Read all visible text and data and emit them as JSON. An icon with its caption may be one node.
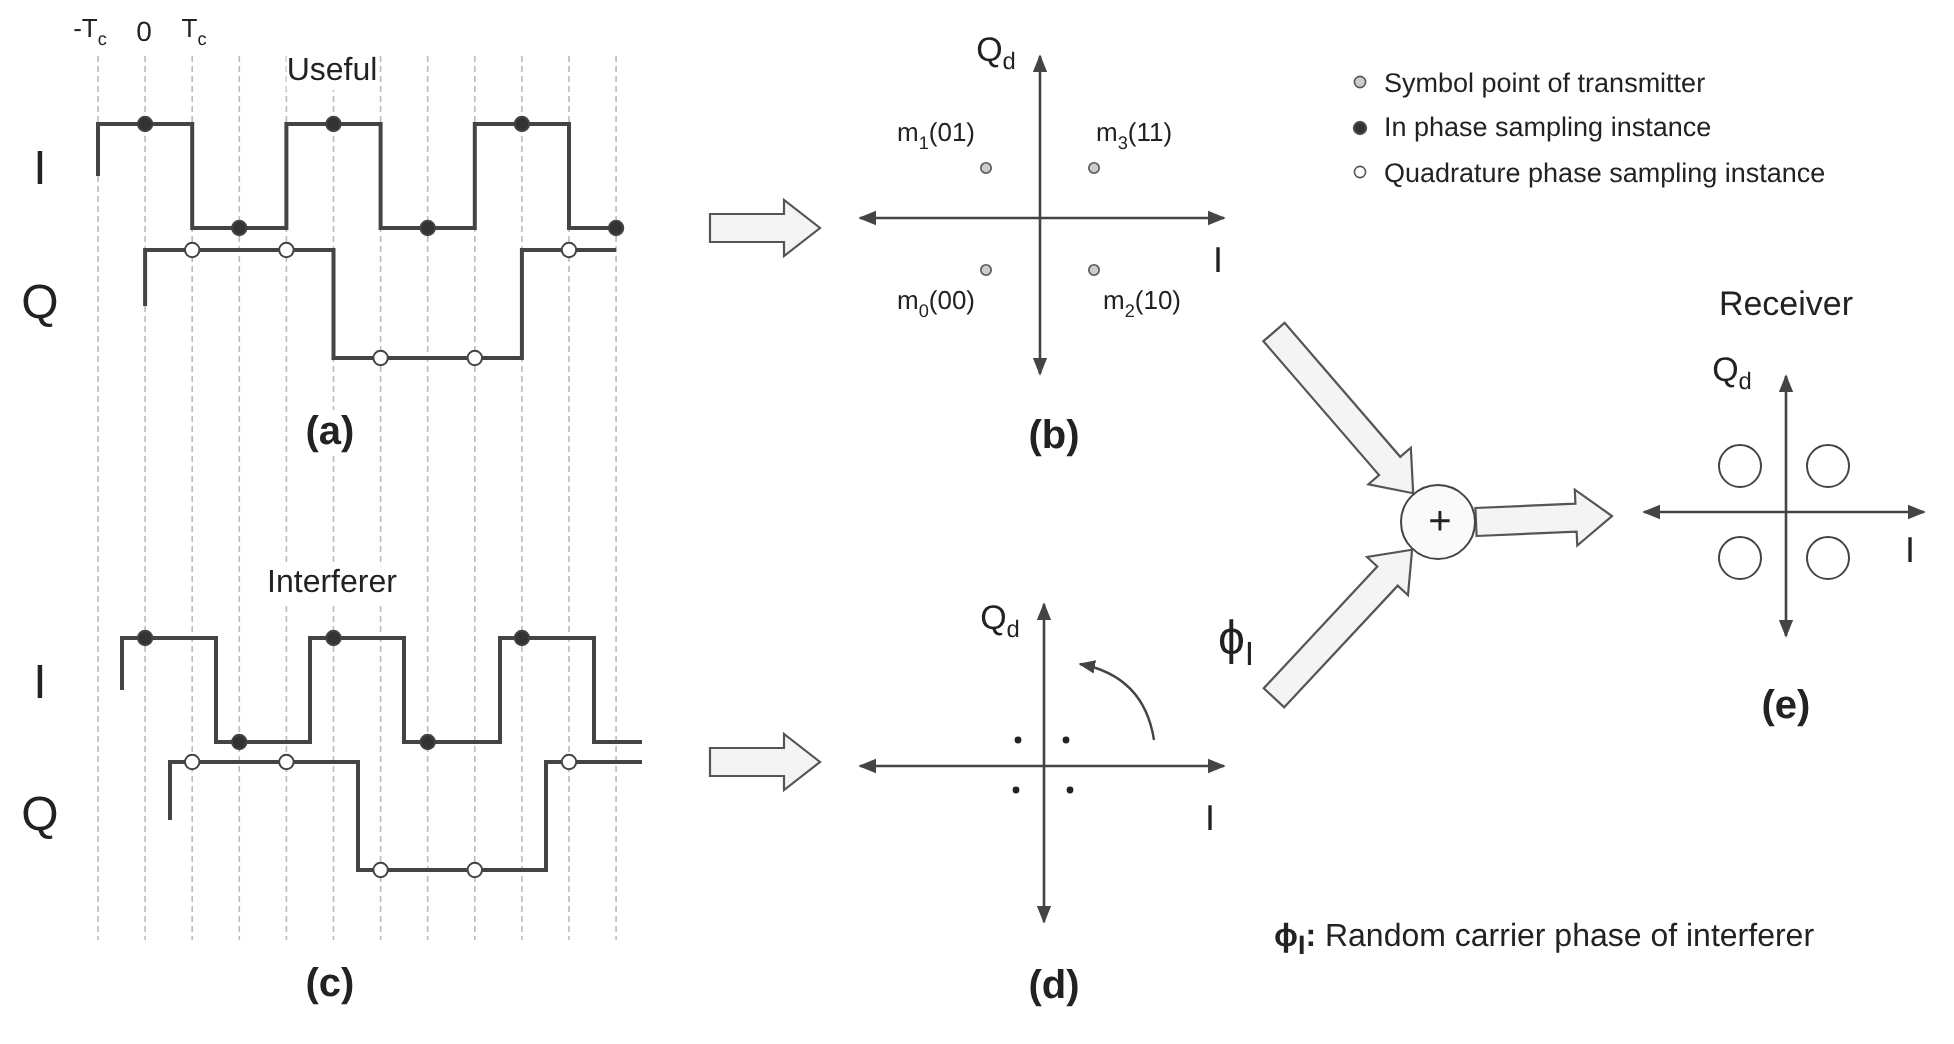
{
  "diagram": {
    "nodes": [
      {
        "text": [
          "-T$_{c}$",
          "0",
          "T$_{c}$",
          "Useful",
          "I",
          "Q",
          "(a)"
        ]
      },
      {
        "text": [
          "Q$_{d}$",
          "m$_{1}$(01)",
          "m$_{3}$(11)",
          "I",
          "m$_{0}$(00)",
          "m$_{2}$(10)",
          "(b)"
        ]
      },
      {
        "text": [
          "Interferer",
          "I",
          "Q",
          "(c)"
        ]
      },
      {
        "text": [
          "Q$_{d}$",
          "ϕ$_{I}$",
          "I",
          "(d)"
        ]
      },
      {
        "text": [
          "+"
        ]
      },
      {
        "text": [
          "Receiver",
          "Q$_{d}$",
          "I",
          "(e)"
        ]
      }
    ],
    "edges": [
      {
        "from": 0,
        "to": 1,
        "arrow": "to"
      },
      {
        "from": 2,
        "to": 3,
        "arrow": "to"
      },
      {
        "from": 1,
        "to": 4,
        "arrow": "to"
      },
      {
        "from": 3,
        "to": 4,
        "arrow": "to"
      },
      {
        "from": 4,
        "to": 5,
        "arrow": "to"
      }
    ],
    "labels": [
      "**ϕ$_{I}$:** Random carrier phase of interferer"
    ],
    "legend": [
      {
        "text": "Symbol point of transmitter"
      },
      {
        "text": "In phase sampling instance"
      },
      {
        "text": "Quadrature phase sampling instance"
      }
    ]
  }
}
